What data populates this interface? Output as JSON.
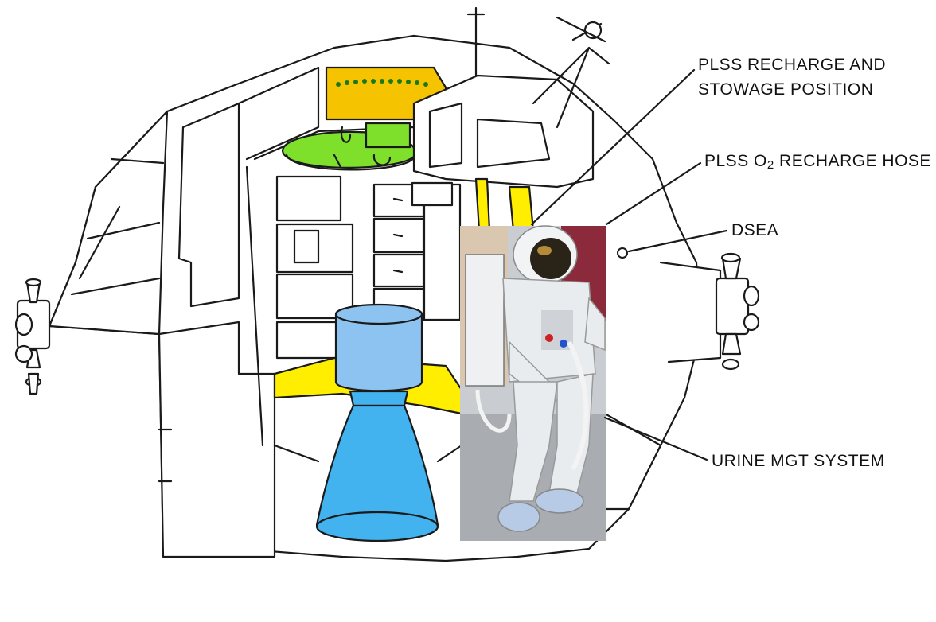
{
  "labels": {
    "plss_stowage_line1": "PLSS RECHARGE AND",
    "plss_stowage_line2": "STOWAGE POSITION",
    "plss_o2_hose_prefix": "PLSS O",
    "plss_o2_hose_subscript": "2",
    "plss_o2_hose_suffix": " RECHARGE HOSE",
    "dsea": "DSEA",
    "urine_mgt": "URINE MGT SYSTEM"
  },
  "colors": {
    "line": "#1a1a1a",
    "hatch_yellow": "#f6c300",
    "floor_yellow": "#ffee00",
    "hatch_green": "#7ee02a",
    "engine_top_blue": "#8dc3f0",
    "engine_bell_blue": "#43b3f0",
    "suit_white": "#e9ecef",
    "photo_bg": "#c9cdd2"
  }
}
